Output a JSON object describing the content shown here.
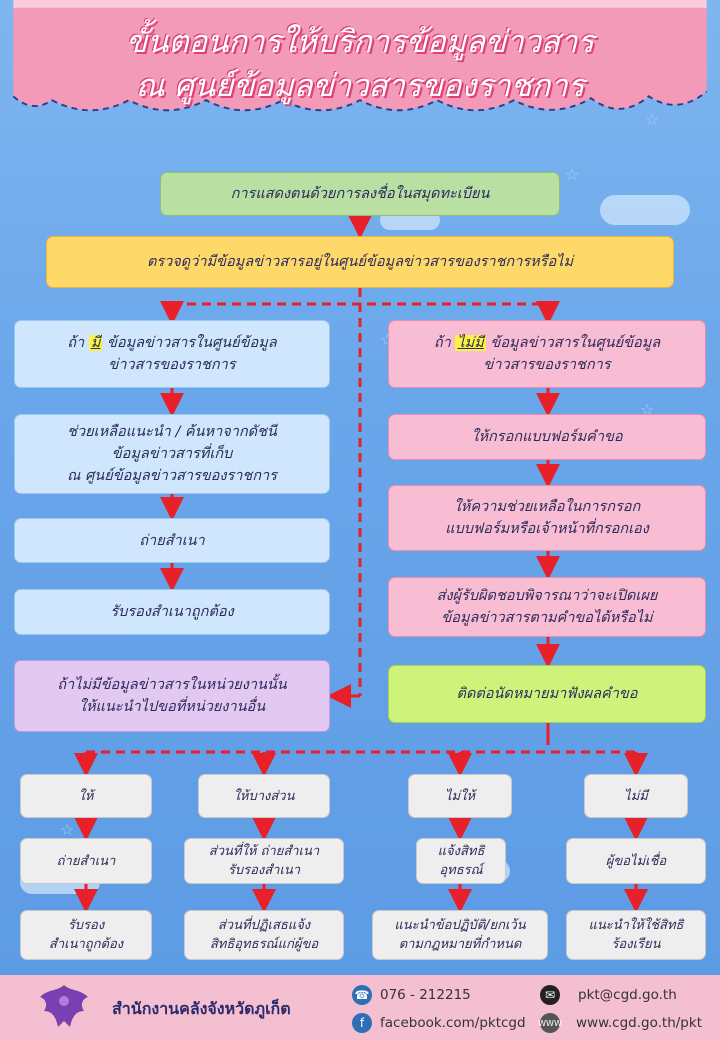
{
  "title": {
    "line1": "ขั้นตอนการให้บริการข้อมูลข่าวสาร",
    "line2": "ณ ศูนย์ข้อมูลข่าวสารของราชการ"
  },
  "steps": {
    "register": "การแสดงตนด้วยการลงชื่อในสมุดทะเบียน",
    "check": "ตรวจดูว่ามีข้อมูลข่าวสารอยู่ในศูนย์ข้อมูลข่าวสารของราชการหรือไม่"
  },
  "left": {
    "if_has_prefix": "ถ้า",
    "if_has_keyword": "มี",
    "if_has_rest1": "ข้อมูลข่าวสารในศูนย์ข้อมูล",
    "if_has_rest2": "ข่าวสารของราชการ",
    "help1": "ช่วยเหลือแนะนำ / ค้นหาจากดัชนี",
    "help2": "ข้อมูลข่าวสารที่เก็บ",
    "help3": "ณ ศูนย์ข้อมูลข่าวสารของราชการ",
    "copy": "ถ่ายสำเนา",
    "certify": "รับรองสำเนาถูกต้อง",
    "other1": "ถ้าไม่มีข้อมูลข่าวสารในหน่วยงานนั้น",
    "other2": "ให้แนะนำไปขอที่หน่วยงานอื่น"
  },
  "right": {
    "if_not_prefix": "ถ้า",
    "if_not_keyword": "ไม่มี",
    "if_not_rest1": "ข้อมูลข่าวสารในศูนย์ข้อมูล",
    "if_not_rest2": "ข่าวสารของราชการ",
    "fill_form": "ให้กรอกแบบฟอร์มคำขอ",
    "assist1": "ให้ความช่วยเหลือในการกรอก",
    "assist2": "แบบฟอร์มหรือเจ้าหน้าที่กรอกเอง",
    "send1": "ส่งผู้รับผิดชอบพิจารณาว่าจะเปิดเผย",
    "send2": "ข้อมูลข่าวสารตามคำขอได้หรือไม่",
    "appointment": "ติดต่อนัดหมายมาฟังผลคำขอ"
  },
  "outcomes": [
    {
      "head": "ให้",
      "mid1": "ถ่ายสำเนา",
      "mid2": "",
      "end1": "รับรอง",
      "end2": "สำเนาถูกต้อง"
    },
    {
      "head": "ให้บางส่วน",
      "mid1": "ส่วนที่ให้ ถ่ายสำเนา",
      "mid2": "รับรองสำเนา",
      "end1": "ส่วนที่ปฏิเสธแจ้ง",
      "end2": "สิทธิอุทธรณ์แก่ผู้ขอ"
    },
    {
      "head": "ไม่ให้",
      "mid1": "แจ้งสิทธิ",
      "mid2": "อุทธรณ์",
      "end1": "แนะนำข้อปฏิบัติ/ยกเว้น",
      "end2": "ตามกฎหมายที่กำหนด"
    },
    {
      "head": "ไม่มี",
      "mid1": "ผู้ขอไม่เชื่อ",
      "mid2": "",
      "end1": "แนะนำให้ใช้สิทธิ",
      "end2": "ร้องเรียน"
    }
  ],
  "footer": {
    "org": "สำนักงานคลังจังหวัดภูเก็ต",
    "phone": "076 - 212215",
    "facebook": "facebook.com/pktcgd",
    "email": "pkt@cgd.go.th",
    "website": "www.cgd.go.th/pkt"
  },
  "colors": {
    "header_pink": "#f48fb1",
    "arrow_red": "#e8202a",
    "background_blue": "#6aa7ea"
  }
}
